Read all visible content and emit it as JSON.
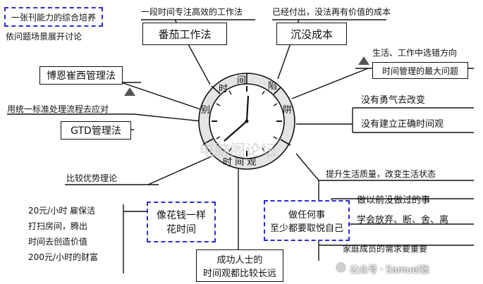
{
  "center": {
    "ring_top": "时",
    "ring_left": "别",
    "ring_top2": "间",
    "ring_right": "陷",
    "ring_bottom": "时 间 观",
    "ring_right2": "阱"
  },
  "nodes": {
    "n1_title": "一张刊能力的综合培养",
    "n1_sub": "依问题场景展开讨论",
    "n2": "博恩崔西管理法",
    "n3_caption": "用统一标准处理流程去应对",
    "n3": "GTD管理法",
    "n4_caption": "一段时间专注高效的工作法",
    "n4": "番茄工作法",
    "n5_caption": "已经付出，没法再有价值的成本",
    "n5": "沉没成本",
    "n6_caption": "生活、工作中选错方向",
    "n6": "时间管理的最大问题",
    "n7_a": "没有勇气去改变",
    "n7_b": "没有建立正确时间观",
    "n8_caption": "比较优势理论",
    "n8_line1": "像花钱一样",
    "n8_line2": "花时间",
    "n8_text1": "20元/小时 雇保洁",
    "n8_text2": "打扫房间，腾出",
    "n8_text3": "时间去创造价值",
    "n8_text4": "200元/小时的财富",
    "n9_caption": "提升生活质量，改变生活状态",
    "n9_line1": "做任何事",
    "n9_line2": "至少都要取悦自己",
    "n9_text1": "做以前没做过的事",
    "n9_text2": "学会放弃、断、舍、离",
    "n9_text3": "家庭成员的需求要重要",
    "n10_line1": "成功人士的",
    "n10_line2": "时间观都比较长远"
  },
  "watermark": {
    "forum": "电脑阁论坛",
    "account": "公众号 · Samuel张"
  },
  "colors": {
    "ink": "#111111",
    "dash": "#2b2bd6",
    "clock_fill": "#e4e4e4"
  },
  "icons": [
    "clock-icon",
    "triangle-icon",
    "wechat-icon"
  ]
}
